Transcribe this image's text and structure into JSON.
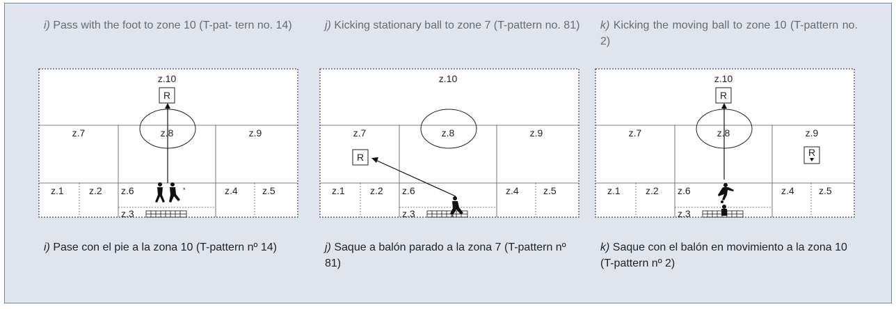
{
  "panels": [
    {
      "letter": "i)",
      "title_en": "Pass with the foot to zone 10 (T-pat-tern no. 14)",
      "title_en_display": "Pass with the foot to zone 10 (T-pat- tern no. 14)",
      "caption_es": "Pase con el pie a la zona 10 (T-pattern nº 14)",
      "zones": {
        "z1": "z.1",
        "z2": "z.2",
        "z3": "z.3",
        "z4": "z.4",
        "z5": "z.5",
        "z6": "z.6",
        "z7": "z.7",
        "z8": "z.8",
        "z9": "z.9",
        "z10": "z.10"
      },
      "receiver_label": "R"
    },
    {
      "letter": "j)",
      "title_en": "Kicking stationary ball to zone 7 (T-pattern no. 81)",
      "caption_es": "Saque a balón parado a la zona 7 (T-pattern nº 81)",
      "zones": {
        "z1": "z.1",
        "z2": "z.2",
        "z3": "z.3",
        "z4": "z.4",
        "z5": "z.5",
        "z6": "z.6",
        "z7": "z.7",
        "z8": "z.8",
        "z9": "z.9",
        "z10": "z.10"
      },
      "receiver_label": "R"
    },
    {
      "letter": "k)",
      "title_en": "Kicking the moving ball to zone 10 (T-pattern no. 2)",
      "caption_es": "Saque con el balón en movimiento a la zona 10 (T-pattern nº 2)",
      "zones": {
        "z1": "z.1",
        "z2": "z.2",
        "z3": "z.3",
        "z4": "z.4",
        "z5": "z.5",
        "z6": "z.6",
        "z7": "z.7",
        "z8": "z.8",
        "z9": "z.9",
        "z10": "z.10"
      },
      "receiver_label": "R",
      "receiver2_label": "R"
    }
  ],
  "colors": {
    "background": "#dfe4ef",
    "border": "#6f86b8",
    "field": "#ffffff",
    "ink": "#111111"
  }
}
